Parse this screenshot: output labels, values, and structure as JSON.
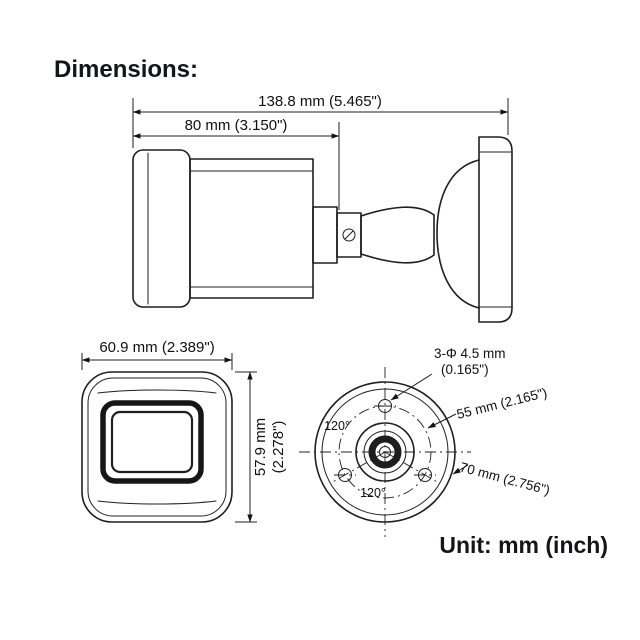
{
  "title": "Dimensions:",
  "unit_note": "Unit: mm (inch)",
  "side_view": {
    "total_length": "138.8 mm (5.465\")",
    "body_length": "80 mm (3.150\")"
  },
  "front_view": {
    "width": "60.9 mm (2.389\")",
    "height_line1": "57.9 mm",
    "height_line2": "(2.278\")"
  },
  "base_view": {
    "hole_callout_line1": "3-Φ 4.5 mm",
    "hole_callout_line2": "(0.165\")",
    "pitch_circle_diameter": "55 mm (2.165\")",
    "outer_diameter": "70 mm (2.756\")",
    "angles": [
      "120°",
      "120°"
    ]
  }
}
